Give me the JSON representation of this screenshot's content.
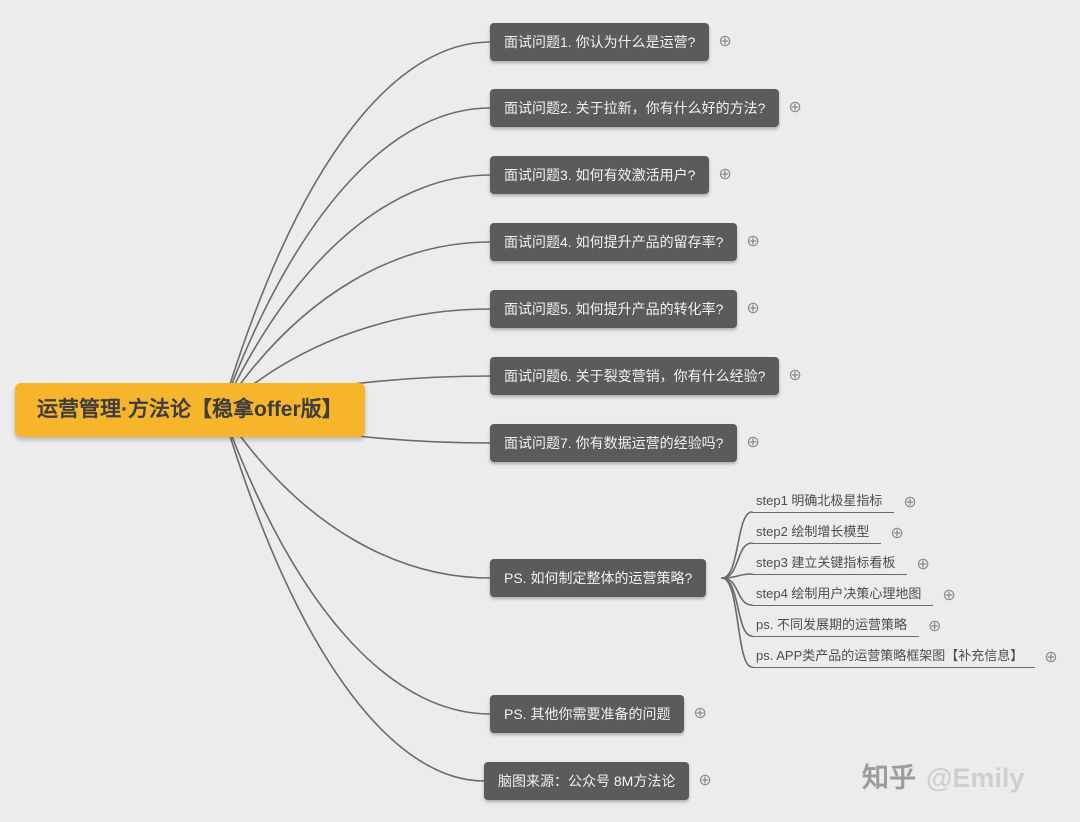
{
  "root": {
    "label": "运营管理·方法论【稳拿offer版】"
  },
  "nodes": [
    {
      "label": "面试问题1. 你认为什么是运营?"
    },
    {
      "label": "面试问题2. 关于拉新，你有什么好的方法?"
    },
    {
      "label": "面试问题3. 如何有效激活用户?"
    },
    {
      "label": "面试问题4. 如何提升产品的留存率?"
    },
    {
      "label": "面试问题5. 如何提升产品的转化率?"
    },
    {
      "label": "面试问题6. 关于裂变营销，你有什么经验?"
    },
    {
      "label": "面试问题7. 你有数据运营的经验吗?"
    },
    {
      "label": "PS. 如何制定整体的运营策略?"
    },
    {
      "label": "PS. 其他你需要准备的问题"
    },
    {
      "label": "脑图来源：公众号 8M方法论"
    }
  ],
  "subnodes": [
    {
      "label": "step1 明确北极星指标"
    },
    {
      "label": "step2 绘制增长模型"
    },
    {
      "label": "step3 建立关键指标看板"
    },
    {
      "label": "step4 绘制用户决策心理地图"
    },
    {
      "label": "ps. 不同发展期的运营策略"
    },
    {
      "label": "ps. APP类产品的运营策略框架图【补充信息】"
    }
  ],
  "icons": {
    "expand": "⊕"
  },
  "watermark": {
    "brand": "知乎",
    "author": "@Emily"
  },
  "colors": {
    "background": "#ECECEC",
    "root_bg": "#F7B52C",
    "root_text": "#3D3D3D",
    "node_bg": "#5B5B5B",
    "node_text": "#F2F2F2",
    "line": "#6B6B6B"
  }
}
